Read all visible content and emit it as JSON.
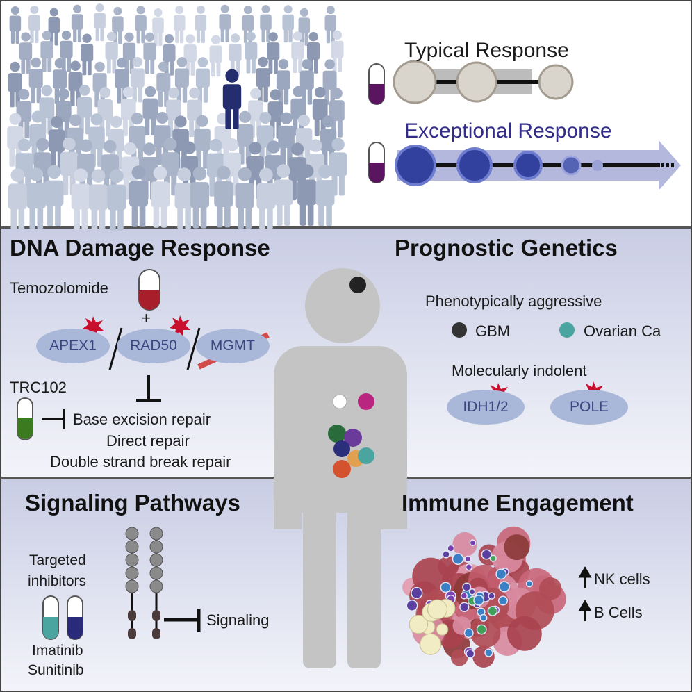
{
  "response": {
    "typical_label": "Typical Response",
    "exceptional_label": "Exceptional Response",
    "exceptional_color": "#332d8a"
  },
  "ddr": {
    "title": "DNA Damage Response",
    "drug": "Temozolomide",
    "plus": "+",
    "genes": [
      "APEX1",
      "RAD50",
      "MGMT"
    ],
    "inhibitor": "TRC102",
    "repairs": [
      "Base excision repair",
      "Direct repair",
      "Double strand break repair"
    ]
  },
  "prognostic": {
    "title": "Prognostic Genetics",
    "aggressive_label": "Phenotypically aggressive",
    "aggressive_items": [
      {
        "label": "GBM",
        "color": "#333333"
      },
      {
        "label": "Ovarian Ca",
        "color": "#4aa4a0"
      }
    ],
    "indolent_label": "Molecularly indolent",
    "indolent_genes": [
      "IDH1/2",
      "POLE"
    ]
  },
  "signaling": {
    "title": "Signaling Pathways",
    "drugs_label": [
      "Targeted",
      "inhibitors"
    ],
    "drugs": [
      "Imatinib",
      "Sunitinib"
    ],
    "target": "Signaling"
  },
  "immune": {
    "title": "Immune Engagement",
    "cells": [
      "NK cells",
      "B Cells"
    ]
  },
  "colors": {
    "panel_band": "#ccd0e6",
    "mutation_star": "#c8102e",
    "strike": "#d24a4a",
    "figure": "#c4c4c4",
    "highlight_person": "#242e6e"
  }
}
